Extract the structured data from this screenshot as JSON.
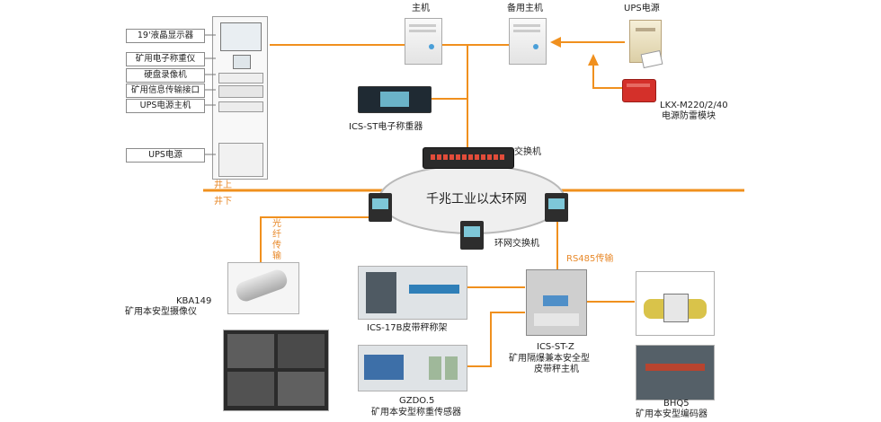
{
  "cabinet_labels": [
    "19'液晶显示器",
    "矿用电子称重仪",
    "硬盘录像机",
    "矿用信息传输接口",
    "UPS电源主机",
    "UPS电源"
  ],
  "nodes": {
    "main_host": "主机",
    "backup_host": "备用主机",
    "ups": "UPS电源",
    "surge_model": "LKX-M220/2/40",
    "surge_desc": "电源防雷模块",
    "weigher": "ICS-ST电子称重器",
    "switch": "交换机",
    "ring_title": "千兆工业以太环网",
    "ring_switch": "环网交换机",
    "above_ground": "井上",
    "below_ground": "井下",
    "fiber": [
      "光",
      "纤",
      "传",
      "输"
    ],
    "rs485": "RS485传输",
    "camera_model": "KBA149",
    "camera_desc": "矿用本安型摄像仪",
    "frame": "ICS-17B皮带秤称架",
    "sensor_model": "GZDO.5",
    "sensor_desc": "矿用本安型称重传感器",
    "host_model": "ICS-ST-Z",
    "host_desc1": "矿用隔爆兼本安全型",
    "host_desc2": "皮带秤主机",
    "encoder_model": "BHQ5",
    "encoder_desc": "矿用本安型编码器"
  },
  "colors": {
    "accent": "#f0901e",
    "line": "#f0901e"
  }
}
